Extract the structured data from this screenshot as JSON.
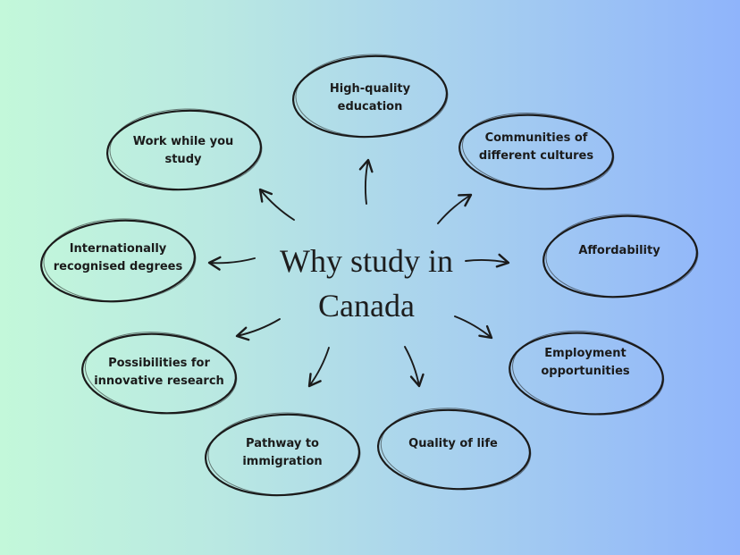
{
  "center": {
    "title": "Why study in\nCanada"
  },
  "nodes": [
    {
      "id": "high-quality-education",
      "label": "High-quality\neducation"
    },
    {
      "id": "communities-of-different-cultures",
      "label": "Communities of\ndifferent cultures"
    },
    {
      "id": "affordability",
      "label": "Affordability"
    },
    {
      "id": "employment-opportunities",
      "label": "Employment\nopportunities"
    },
    {
      "id": "quality-of-life",
      "label": "Quality of life"
    },
    {
      "id": "pathway-to-immigration",
      "label": "Pathway to\nimmigration"
    },
    {
      "id": "possibilities-for-innovative-research",
      "label": "Possibilities for\ninnovative research"
    },
    {
      "id": "internationally-recognised-degrees",
      "label": "Internationally\nrecognised degrees"
    },
    {
      "id": "work-while-you-study",
      "label": "Work while you\nstudy"
    }
  ],
  "colors": {
    "ink": "#1b1b1b"
  }
}
